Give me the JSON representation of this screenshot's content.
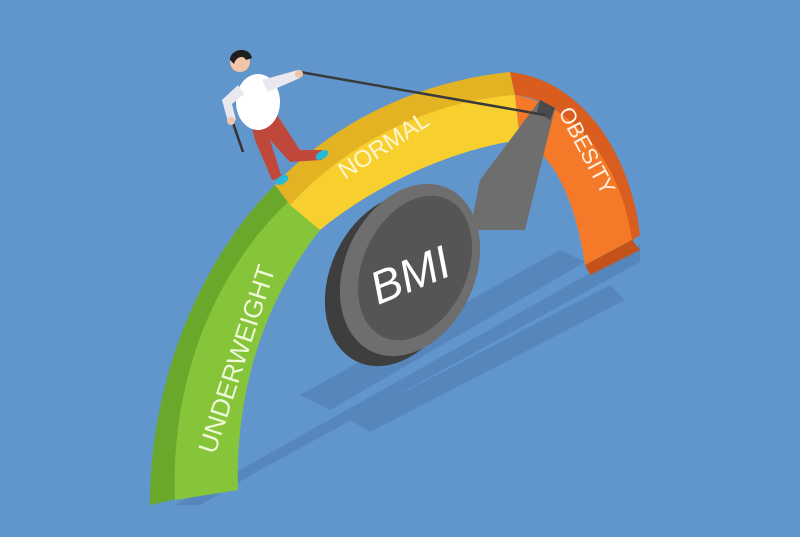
{
  "illustration": {
    "background_color": "#6196cc",
    "gauge": {
      "segments": [
        {
          "label": "UNDERWEIGHT",
          "color": "#86c43a",
          "side_color": "#6aa82c"
        },
        {
          "label": "NORMAL",
          "color": "#f7d02f",
          "side_color": "#e3b324"
        },
        {
          "label": "OBESITY",
          "color": "#f47a2a",
          "side_color": "#d85d1e"
        }
      ]
    },
    "dial": {
      "label": "BMI",
      "face_color": "#5a5a5a",
      "rim_color": "#6e6e6e"
    },
    "person": {
      "shirt_color": "#ffffff",
      "pants_color": "#c0483a",
      "shoe_color": "#28b8d8",
      "hair_color": "#1f1f1f"
    }
  }
}
